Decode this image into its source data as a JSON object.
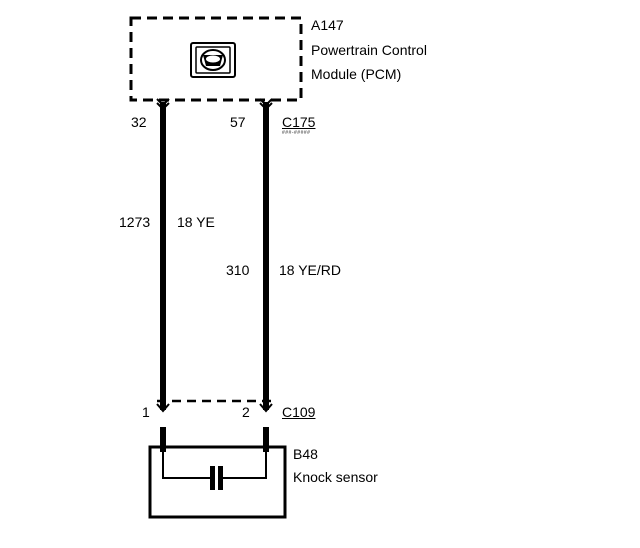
{
  "pcm": {
    "id": "A147",
    "name_line1": "Powertrain Control",
    "name_line2": "Module (PCM)"
  },
  "connector_top": {
    "id": "C175",
    "sub": "###-#####",
    "pin_left": "32",
    "pin_right": "57"
  },
  "wire_left": {
    "circuit": "1273",
    "gauge_color": "18 YE"
  },
  "wire_right": {
    "circuit": "310",
    "gauge_color": "18 YE/RD"
  },
  "connector_bottom": {
    "id": "C109",
    "pin_left": "1",
    "pin_right": "2"
  },
  "sensor": {
    "id": "B48",
    "name": "Knock sensor"
  },
  "icons": {
    "pcm": "ecu-module-icon",
    "sensor": "knock-sensor-icon"
  }
}
